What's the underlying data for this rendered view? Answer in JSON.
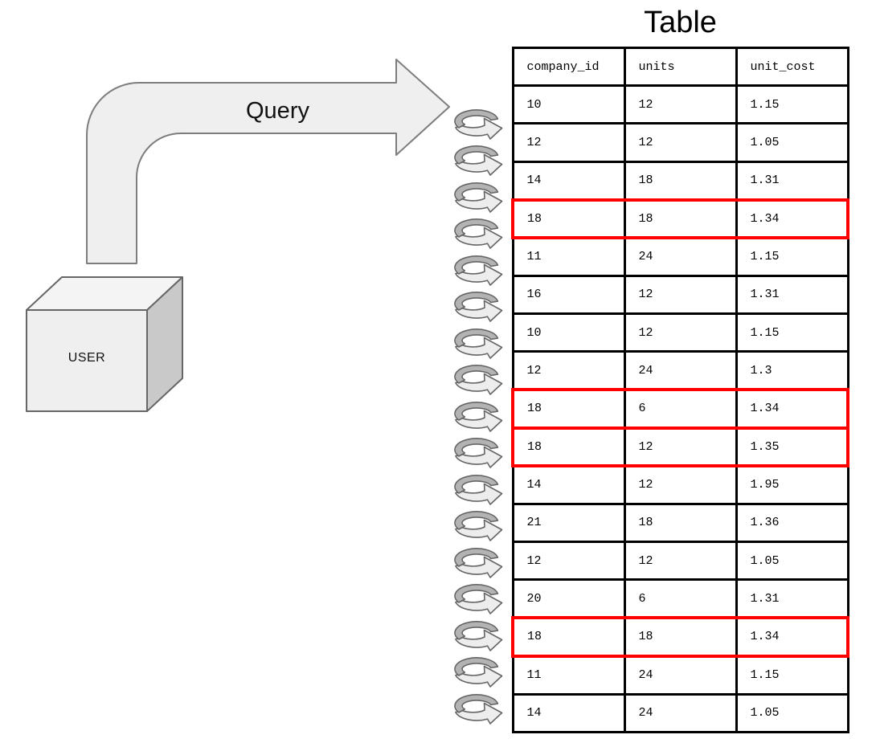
{
  "labels": {
    "query": "Query",
    "user": "USER"
  },
  "table": {
    "title": "Table",
    "columns": [
      "company_id",
      "units",
      "unit_cost"
    ],
    "rows": [
      {
        "company_id": "10",
        "units": "12",
        "unit_cost": "1.15",
        "highlighted": false
      },
      {
        "company_id": "12",
        "units": "12",
        "unit_cost": "1.05",
        "highlighted": false
      },
      {
        "company_id": "14",
        "units": "18",
        "unit_cost": "1.31",
        "highlighted": false
      },
      {
        "company_id": "18",
        "units": "18",
        "unit_cost": "1.34",
        "highlighted": true
      },
      {
        "company_id": "11",
        "units": "24",
        "unit_cost": "1.15",
        "highlighted": false
      },
      {
        "company_id": "16",
        "units": "12",
        "unit_cost": "1.31",
        "highlighted": false
      },
      {
        "company_id": "10",
        "units": "12",
        "unit_cost": "1.15",
        "highlighted": false
      },
      {
        "company_id": "12",
        "units": "24",
        "unit_cost": "1.3",
        "highlighted": false
      },
      {
        "company_id": "18",
        "units": "6",
        "unit_cost": "1.34",
        "highlighted": true
      },
      {
        "company_id": "18",
        "units": "12",
        "unit_cost": "1.35",
        "highlighted": true
      },
      {
        "company_id": "14",
        "units": "12",
        "unit_cost": "1.95",
        "highlighted": false
      },
      {
        "company_id": "21",
        "units": "18",
        "unit_cost": "1.36",
        "highlighted": false
      },
      {
        "company_id": "12",
        "units": "12",
        "unit_cost": "1.05",
        "highlighted": false
      },
      {
        "company_id": "20",
        "units": "6",
        "unit_cost": "1.31",
        "highlighted": false
      },
      {
        "company_id": "18",
        "units": "18",
        "unit_cost": "1.34",
        "highlighted": true
      },
      {
        "company_id": "11",
        "units": "24",
        "unit_cost": "1.15",
        "highlighted": false
      },
      {
        "company_id": "14",
        "units": "24",
        "unit_cost": "1.05",
        "highlighted": false
      }
    ]
  },
  "colors": {
    "highlight_red": "#ff0000",
    "table_border": "#000000",
    "arrow_fill": "#efefef",
    "arrow_stroke": "#7d7d7d",
    "loop_dark": "#b3b3b3",
    "loop_light": "#ededed",
    "cube_front": "#efefef",
    "cube_top": "#f4f4f4",
    "cube_side": "#c9c9c9",
    "cube_stroke": "#666666"
  }
}
